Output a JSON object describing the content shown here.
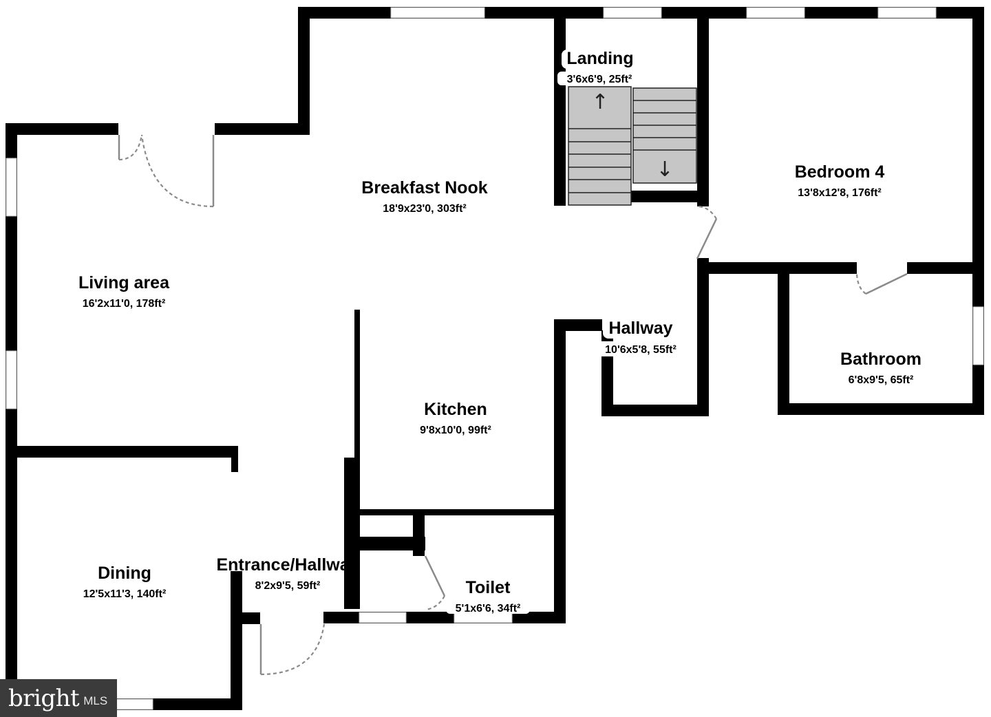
{
  "rooms": [
    {
      "name": "Landing",
      "dims": "3'6x6'9, 25ft²"
    },
    {
      "name": "Bedroom 4",
      "dims": "13'8x12'8, 176ft²"
    },
    {
      "name": "Breakfast Nook",
      "dims": "18'9x23'0, 303ft²"
    },
    {
      "name": "Living area",
      "dims": "16'2x11'0, 178ft²"
    },
    {
      "name": "Hallway",
      "dims": "10'6x5'8, 55ft²"
    },
    {
      "name": "Bathroom",
      "dims": "6'8x9'5, 65ft²"
    },
    {
      "name": "Kitchen",
      "dims": "9'8x10'0, 99ft²"
    },
    {
      "name": "Entrance/Hallway",
      "dims": "8'2x9'5, 59ft²"
    },
    {
      "name": "Toilet",
      "dims": "5'1x6'6, 34ft²"
    },
    {
      "name": "Dining",
      "dims": "12'5x11'3, 140ft²"
    }
  ],
  "stairs": {
    "up_arrow": "↑",
    "down_arrow": "↓"
  },
  "watermark": {
    "brand": "bright",
    "suffix": "MLS"
  },
  "colors": {
    "wall": "#000000",
    "stair_fill": "#c6c6c6",
    "door_swing": "#8a8a8a",
    "watermark_bg": "#3b3b3b"
  }
}
